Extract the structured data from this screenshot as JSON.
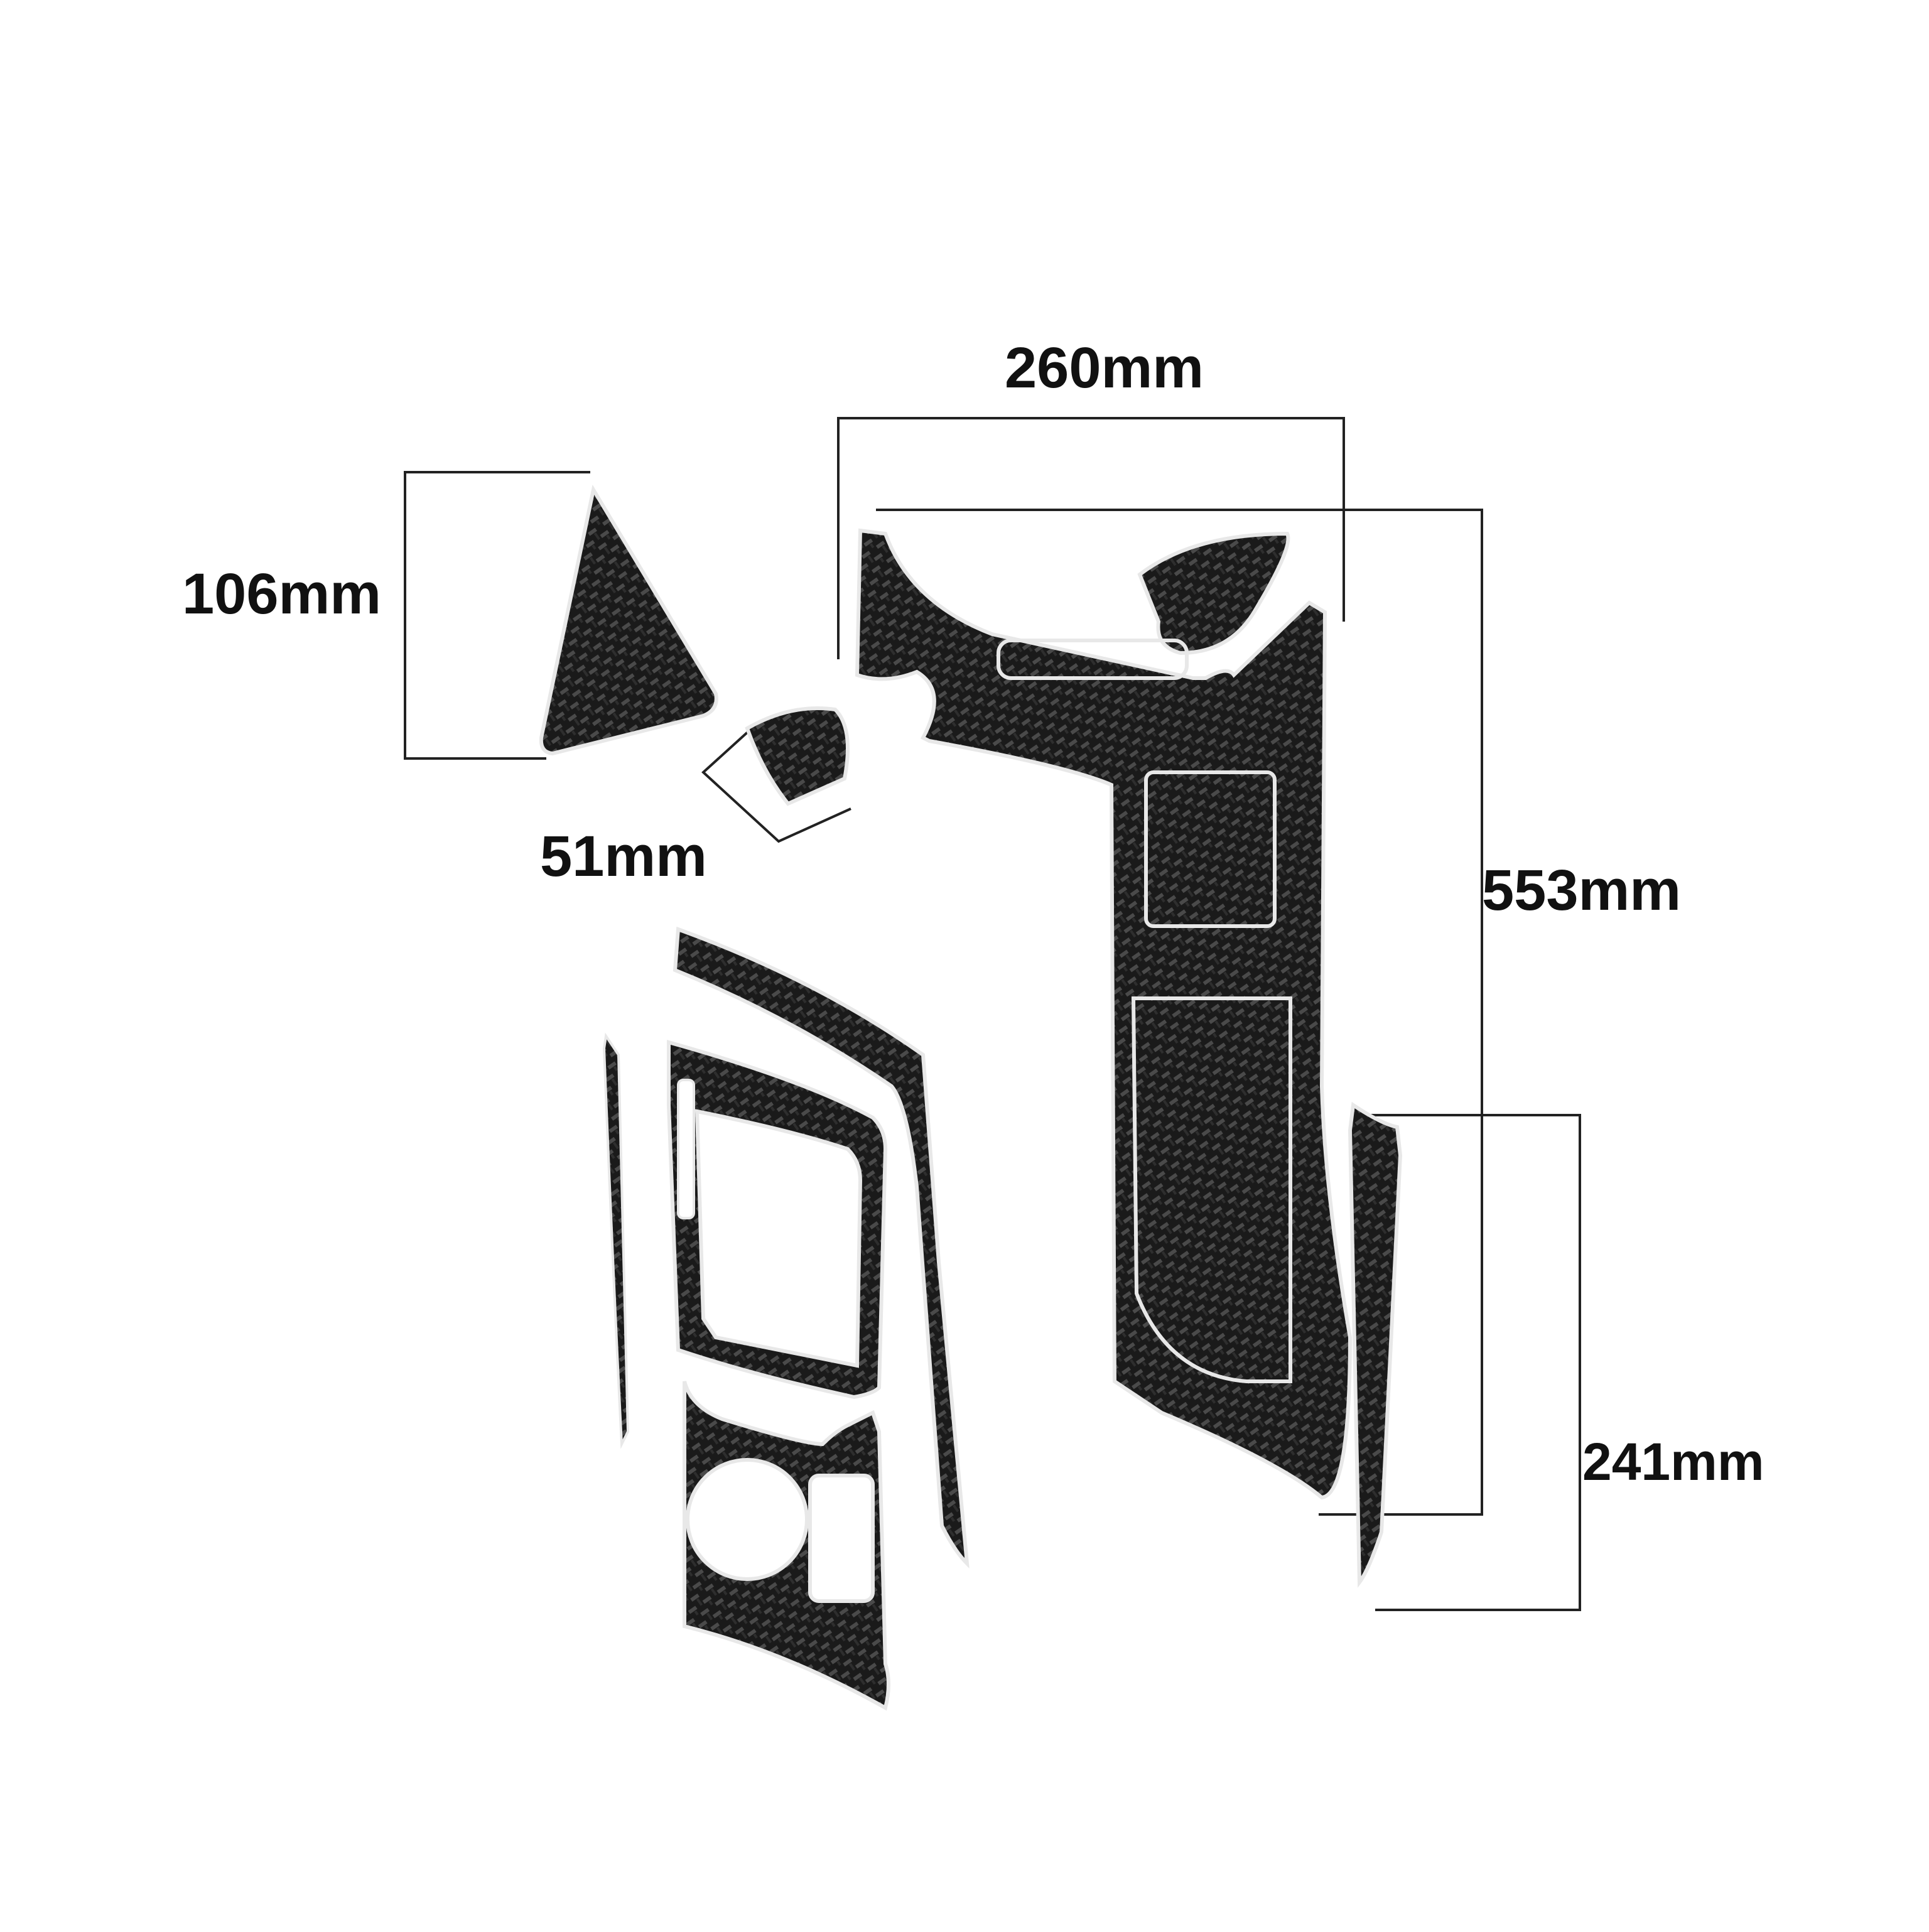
{
  "dimensions": {
    "width_260": "260mm",
    "height_106": "106mm",
    "width_51": "51mm",
    "height_553": "553mm",
    "height_241": "241mm"
  },
  "colors": {
    "background": "#ffffff",
    "carbon_dark": "#1a1a1a",
    "carbon_light": "#4a4a4a",
    "edge_highlight": "#e8e8e8",
    "dimension_line": "#222222"
  },
  "pieces": [
    "triangle-trim",
    "small-round-trim",
    "center-console-panel",
    "small-upper-trim",
    "left-thin-strip",
    "shift-surround-frame",
    "long-side-strip",
    "lower-cupholder-panel",
    "right-side-strip"
  ]
}
